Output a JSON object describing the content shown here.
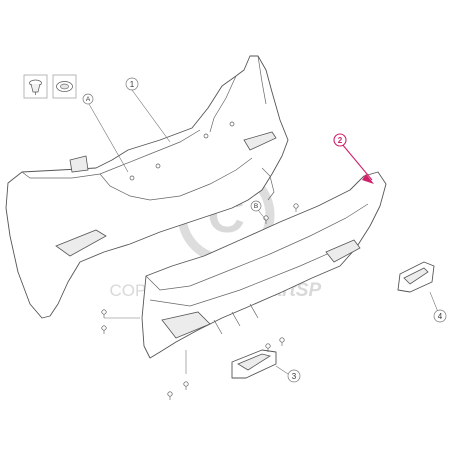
{
  "callouts": {
    "part_1": "1",
    "part_2": "2",
    "part_3": "3",
    "part_4": "4",
    "ref_a": "A",
    "ref_b": "B"
  },
  "watermark": {
    "symbol": "C",
    "text": "COPYRIGHT",
    "brand": "PartSP"
  },
  "colors": {
    "highlight": "#d0206a",
    "line": "#555555",
    "watermark": "#d9d9d9"
  },
  "icons": [
    "clip-fastener-icon",
    "grommet-icon"
  ]
}
